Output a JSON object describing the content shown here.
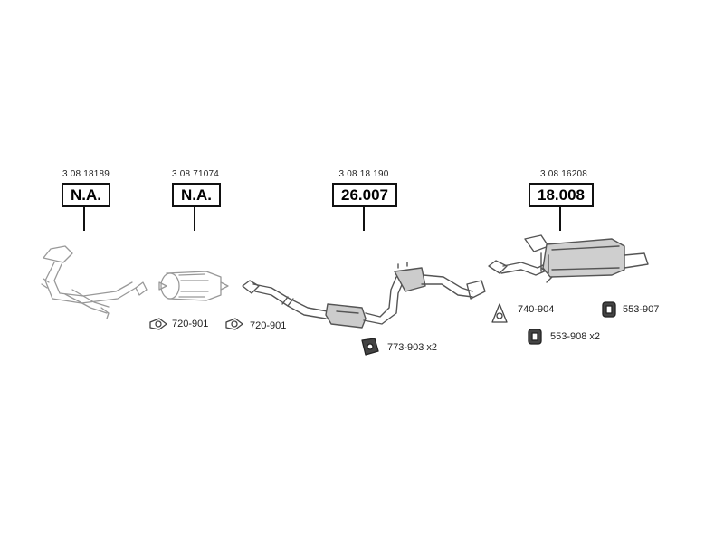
{
  "groups": [
    {
      "ref": "3 08 18189",
      "code": "N.A."
    },
    {
      "ref": "3 08 71074",
      "code": "N.A."
    },
    {
      "ref": "3 08 18 190",
      "code": "26.007"
    },
    {
      "ref": "3 08 16208",
      "code": "18.008"
    }
  ],
  "accessories": [
    {
      "label": "720-901",
      "icon": "gasket-icon"
    },
    {
      "label": "720-901",
      "icon": "gasket-icon"
    },
    {
      "label": "773-903 x2",
      "icon": "rubber-hanger-icon"
    },
    {
      "label": "740-904",
      "icon": "triangular-gasket-icon"
    },
    {
      "label": "553-907",
      "icon": "rubber-mount-icon"
    },
    {
      "label": "553-908 x2",
      "icon": "rubber-mount-icon"
    }
  ]
}
